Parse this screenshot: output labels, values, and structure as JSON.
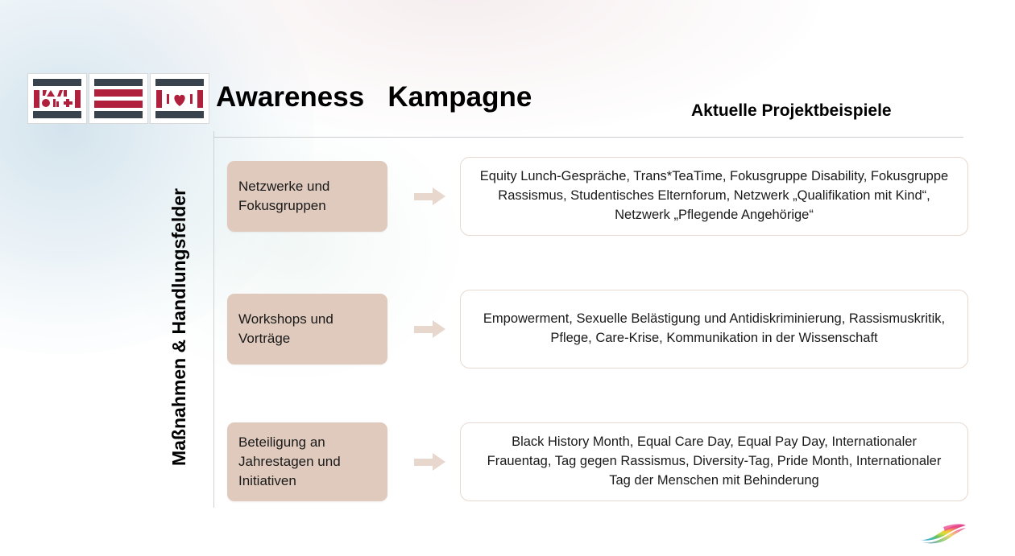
{
  "header": {
    "title": "Awareness   Kampagne",
    "subtitle": "Aktuelle Projektbeispiele",
    "logo_tiles": [
      {
        "name": "logo-tile-symbols"
      },
      {
        "name": "logo-tile-bars"
      },
      {
        "name": "logo-tile-heart"
      }
    ]
  },
  "axis": {
    "label": "Maßnahmen & Handlungsfelder"
  },
  "rows": [
    {
      "category": "Netzwerke und\nFokusgruppen",
      "arrow": "arrow-right-icon",
      "detail": "Equity Lunch-Gespräche, Trans*TeaTime, Fokusgruppe Disability, Fokusgruppe Rassismus, Studentisches Elternforum, Netzwerk „Qualifikation mit Kind“, Netzwerk „Pflegende Angehörige“"
    },
    {
      "category": "Workshops und\nVorträge",
      "arrow": "arrow-right-icon",
      "detail": "Empowerment, Sexuelle Belästigung und Antidiskriminierung, Rassismuskritik, Pflege, Care-Krise, Kommunikation in der Wissenschaft"
    },
    {
      "category": "Beteiligung an\nJahrestagen und\nInitiativen",
      "arrow": "arrow-right-icon",
      "detail": "Black History Month, Equal Care Day, Equal Pay Day, Internationaler Frauentag, Tag gegen Rassismus, Diversity-Tag, Pride Month, Internationaler Tag der Menschen mit Behinderung"
    }
  ],
  "footer": {
    "brush_logo": "rainbow-brush-logo"
  },
  "colors": {
    "logo_dark": "#39434e",
    "logo_red": "#b01f3c",
    "category_box": "#dfcabd",
    "arrow": "#e8d7cc",
    "detail_border": "#e7d9cf",
    "rule": "#c9cdd1"
  }
}
